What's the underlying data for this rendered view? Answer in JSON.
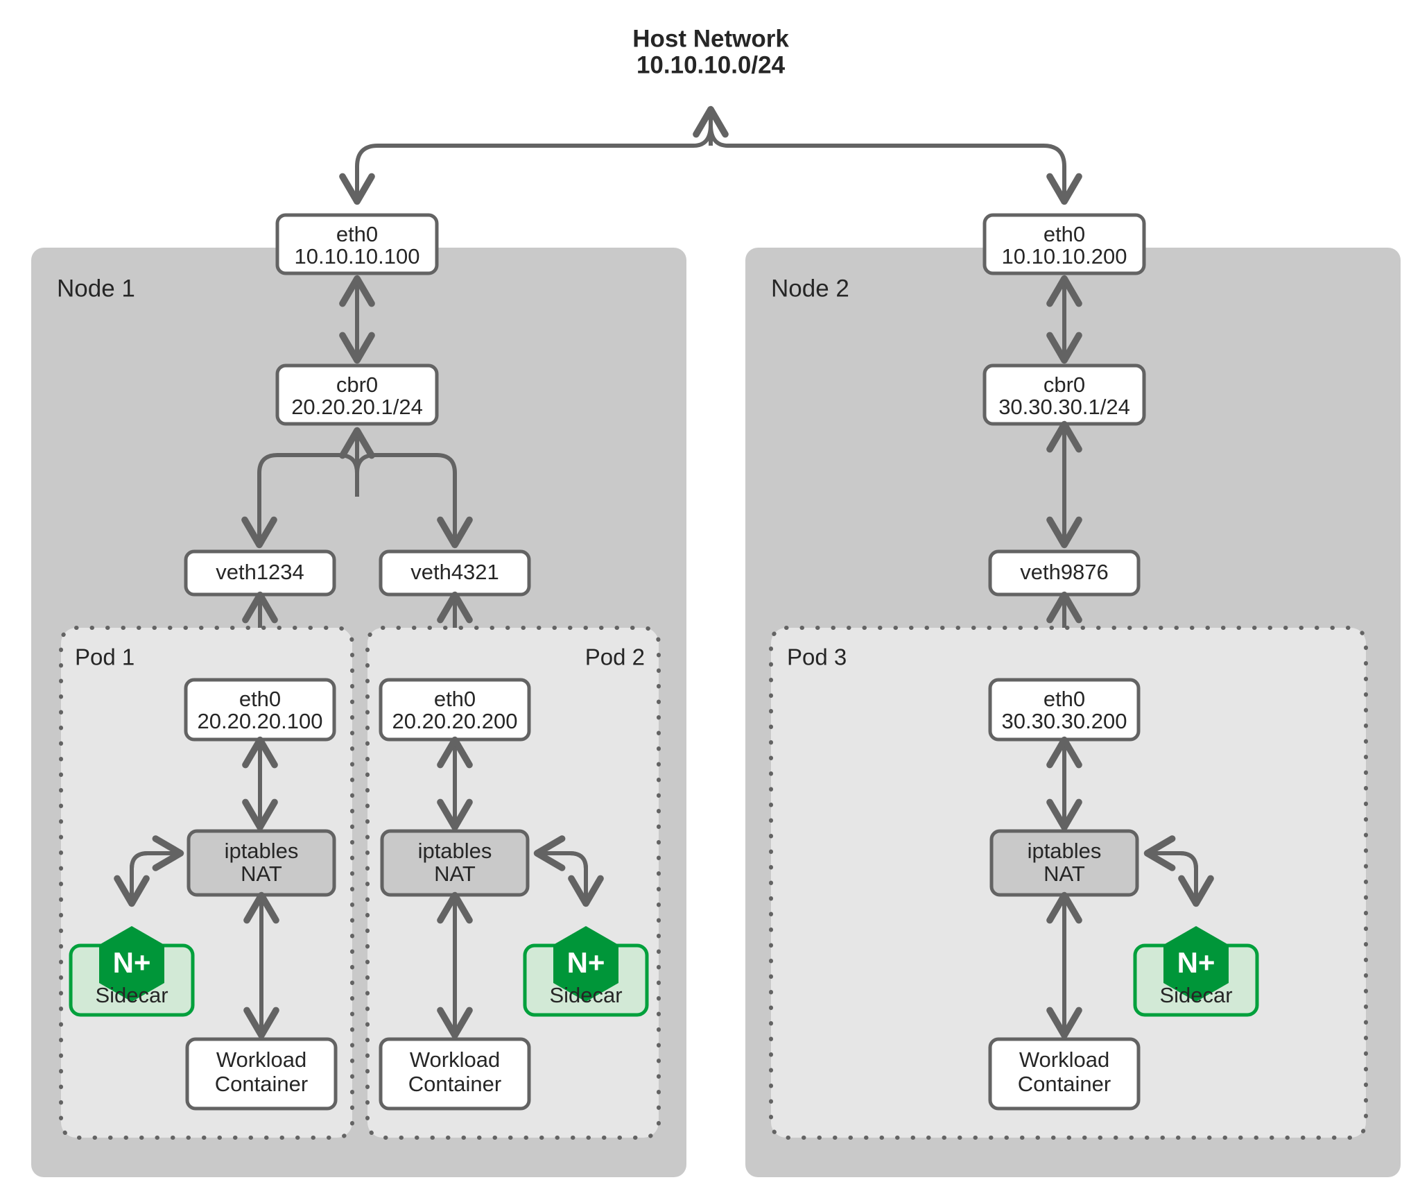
{
  "title": {
    "line1": "Host Network",
    "line2": "10.10.10.0/24"
  },
  "colors": {
    "node_panel": "#c9c9c9",
    "pod_panel": "#e6e6e6",
    "box_stroke": "#636363",
    "box_fill": "#ffffff",
    "nat_fill": "#c9c9c9",
    "sidecar_fill": "#d2e9d6",
    "sidecar_stroke": "#00a03c",
    "nginx_green": "#009639",
    "text": "#262626",
    "background": "#ffffff"
  },
  "nodes": [
    {
      "label": "Node 1",
      "eth0": {
        "name": "eth0",
        "ip": "10.10.10.100"
      },
      "bridge": {
        "name": "cbr0",
        "ip": "20.20.20.1/24"
      },
      "veths": [
        "veth1234",
        "veth4321"
      ],
      "pods": [
        {
          "label": "Pod 1",
          "label_align": "left",
          "eth0": {
            "name": "eth0",
            "ip": "20.20.20.100"
          },
          "nat": {
            "line1": "iptables",
            "line2": "NAT"
          },
          "sidecar": {
            "label": "Sidecar",
            "logo": "N+"
          },
          "sidecar_side": "left",
          "workload": {
            "line1": "Workload",
            "line2": "Container"
          }
        },
        {
          "label": "Pod 2",
          "label_align": "right",
          "eth0": {
            "name": "eth0",
            "ip": "20.20.20.200"
          },
          "nat": {
            "line1": "iptables",
            "line2": "NAT"
          },
          "sidecar": {
            "label": "Sidecar",
            "logo": "N+"
          },
          "sidecar_side": "right",
          "workload": {
            "line1": "Workload",
            "line2": "Container"
          }
        }
      ]
    },
    {
      "label": "Node 2",
      "eth0": {
        "name": "eth0",
        "ip": "10.10.10.200"
      },
      "bridge": {
        "name": "cbr0",
        "ip": "30.30.30.1/24"
      },
      "veths": [
        "veth9876"
      ],
      "pods": [
        {
          "label": "Pod 3",
          "label_align": "left",
          "eth0": {
            "name": "eth0",
            "ip": "30.30.30.200"
          },
          "nat": {
            "line1": "iptables",
            "line2": "NAT"
          },
          "sidecar": {
            "label": "Sidecar",
            "logo": "N+"
          },
          "sidecar_side": "right",
          "workload": {
            "line1": "Workload",
            "line2": "Container"
          }
        }
      ]
    }
  ],
  "icons": {
    "nginx_plus": "nginx-plus-hexagon-icon",
    "arrow": "arrow-icon"
  }
}
